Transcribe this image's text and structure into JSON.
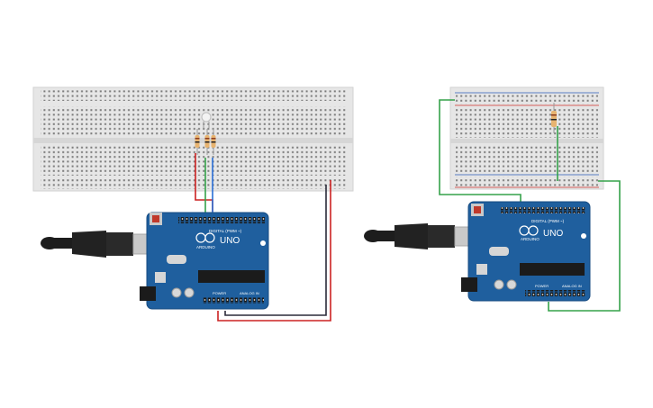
{
  "board": {
    "logo_text": "ARDUINO",
    "model_text": "UNO",
    "digital_header_label": "DIGITAL (PWM ~)",
    "power_label": "POWER",
    "analog_label": "ANALOG IN",
    "color_board": "#1f5f9e",
    "color_board_edge": "#174b80"
  },
  "breadboard": {
    "color_body": "#e6e6e6",
    "color_rail_red": "#d0312d",
    "color_rail_blue": "#2a5bb8"
  },
  "wires": {
    "red": "#cc2222",
    "dark": "#2b2b3a",
    "green": "#35a24a",
    "blue": "#2a6fd6"
  },
  "components": {
    "circuit1": [
      "rgb-led-icon",
      "resistor-icon",
      "resistor-icon",
      "resistor-icon"
    ],
    "circuit2": [
      "resistor-icon"
    ]
  }
}
